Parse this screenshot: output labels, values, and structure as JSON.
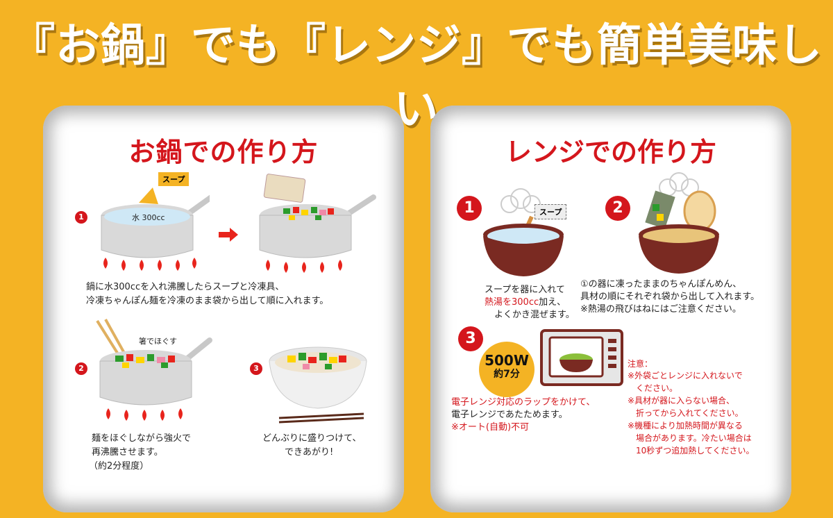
{
  "headline": "『お鍋』でも『レンジ』でも簡単美味しい",
  "pot": {
    "title": "お鍋での作り方",
    "soup_tag": "スープ",
    "water_label": "水 300cc",
    "step_nums": [
      "1",
      "2",
      "3"
    ],
    "step1_text": [
      "鍋に水300ccを入れ沸騰したらスープと冷凍具、",
      "冷凍ちゃんぽん麺を冷凍のまま袋から出して順に入れます。"
    ],
    "chopsticks_label": "箸でほぐす",
    "step2_text": [
      "麺をほぐしながら強火で",
      "再沸騰させます。",
      "（約2分程度）"
    ],
    "step3_text": [
      "どんぶりに盛りつけて、",
      "できあがり!"
    ]
  },
  "microwave": {
    "title": "レンジでの作り方",
    "step_nums": [
      "1",
      "2",
      "3"
    ],
    "soup_tag": "スープ",
    "step1_text": {
      "line1": "スープを器に入れて",
      "line2": "熱湯を300cc加え、",
      "line2_red": "熱湯を300cc",
      "line2_rest": "加え、",
      "line3": "よくかき混ぜます。"
    },
    "step2_text": [
      "①の器に凍ったままのちゃんぽんめん、",
      "具材の順にそれぞれ袋から出して入れます。",
      "※熱湯の飛びはねにはご注意ください。"
    ],
    "badge_watt": "500W",
    "badge_time": "約7分",
    "step3_text": [
      "電子レンジ対応のラップをかけて、",
      "電子レンジであたためます。",
      "※オート(自動)不可"
    ],
    "notes_title": "注意：",
    "notes": [
      "※外袋ごとレンジに入れないで",
      "　ください。",
      "※具材が器に入らない場合、",
      "　折ってから入れてください。",
      "※機種により加熱時間が異なる",
      "　場合があります。冷たい場合は",
      "　10秒ずつ追加熱してください。"
    ]
  },
  "colors": {
    "background": "#f4b324",
    "accent_red": "#d4161c",
    "bowl_brown": "#7a2a22"
  }
}
